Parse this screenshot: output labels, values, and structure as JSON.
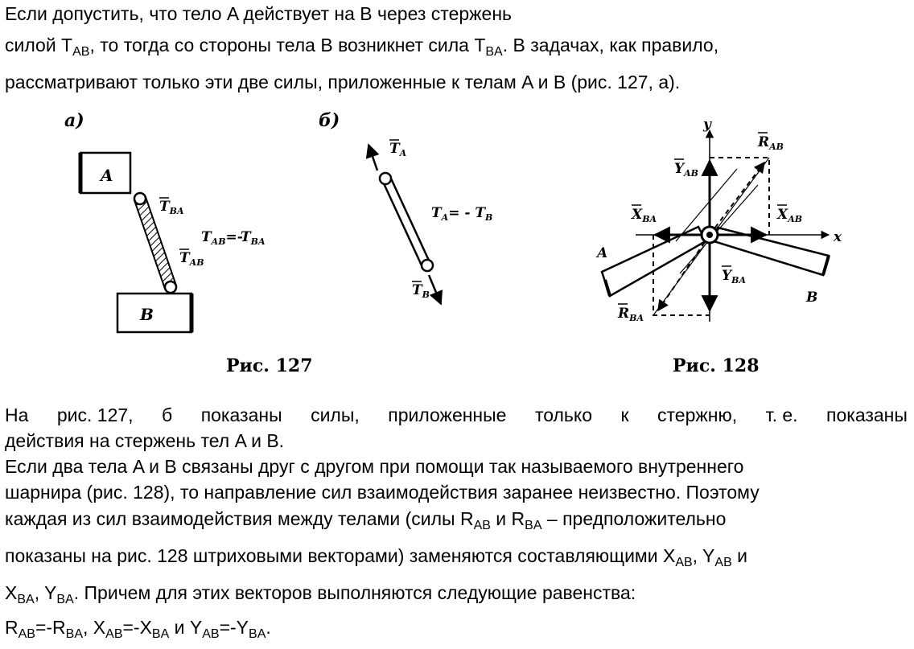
{
  "top": {
    "line1": "Если допустить, что тело A действует на B через стержень",
    "line2_a": "силой T",
    "line2_sub1": "AB",
    "line2_b": ", то тогда со стороны тела B возникнет сила T",
    "line2_sub2": "BA",
    "line2_c": ". В задачах, как правило,",
    "line3": "рассматривают только эти две силы, приложенные к телам A и B (рис. 127, а)."
  },
  "figures": {
    "fig127": {
      "caption": "Рис. 127",
      "label_a": "а)",
      "label_b": "б)",
      "body_a": "A",
      "body_b": "B",
      "t_ba": "T",
      "t_ba_sub": "BA",
      "t_ab": "T",
      "t_ab_sub": "AB",
      "eq_lhs": "T",
      "eq_lhs_sub": "AB",
      "eq_mid": "=-T",
      "eq_rhs_sub": "BA",
      "ta": "T",
      "ta_sub": "A",
      "tb": "T",
      "tb_sub": "B",
      "eq2_lhs": "T",
      "eq2_lhs_sub": "A",
      "eq2_mid": "= - T",
      "eq2_rhs_sub": "B"
    },
    "fig128": {
      "caption": "Рис. 128",
      "axis_y": "y",
      "axis_x": "x",
      "r_ab": "R",
      "r_ab_sub": "AB",
      "y_ab": "Y",
      "y_ab_sub": "AB",
      "x_ba": "X",
      "x_ba_sub": "BA",
      "x_ab": "X",
      "x_ab_sub": "AB",
      "y_ba": "Y",
      "y_ba_sub": "BA",
      "r_ba": "R",
      "r_ba_sub": "BA",
      "body_a": "A",
      "body_b": "B"
    }
  },
  "bottom": {
    "p1_words": [
      "На",
      "рис. 127,",
      "б",
      "показаны",
      "силы,",
      "приложенные",
      "только",
      "к",
      "стержню,",
      "т. е.",
      "показаны"
    ],
    "p1_line2": "действия на стержень тел A и B.",
    "p2_line1": "Если два тела A и B связаны друг с другом при помощи так называемого внутреннего",
    "p2_line2": "шарнира (рис. 128), то направление сил взаимодействия заранее неизвестно. Поэтому",
    "p2_line3_a": "каждая из сил взаимодействия между телами (силы R",
    "p2_line3_sub1": "AB",
    "p2_line3_b": " и R",
    "p2_line3_sub2": "BA",
    "p2_line3_c": " – предположительно",
    "p2_line4_a": "показаны на рис. 128 штриховыми векторами) заменяются составляющими X",
    "p2_line4_sub1": "AB",
    "p2_line4_b": ", Y",
    "p2_line4_sub2": "AB",
    "p2_line4_c": " и",
    "p2_line5_a": "X",
    "p2_line5_sub1": "BA",
    "p2_line5_b": ", Y",
    "p2_line5_sub2": "BA",
    "p2_line5_c": ". Причем для этих векторов выполняются следующие равенства:",
    "eq": [
      {
        "t": "R",
        "s": "AB"
      },
      {
        "t": "=-R",
        "s": "BA"
      },
      {
        "t": ", X",
        "s": "AB"
      },
      {
        "t": "=-X",
        "s": "BA"
      },
      {
        "t": " и Y",
        "s": "AB"
      },
      {
        "t": "=-Y",
        "s": "BA"
      }
    ],
    "eq_end": "."
  }
}
